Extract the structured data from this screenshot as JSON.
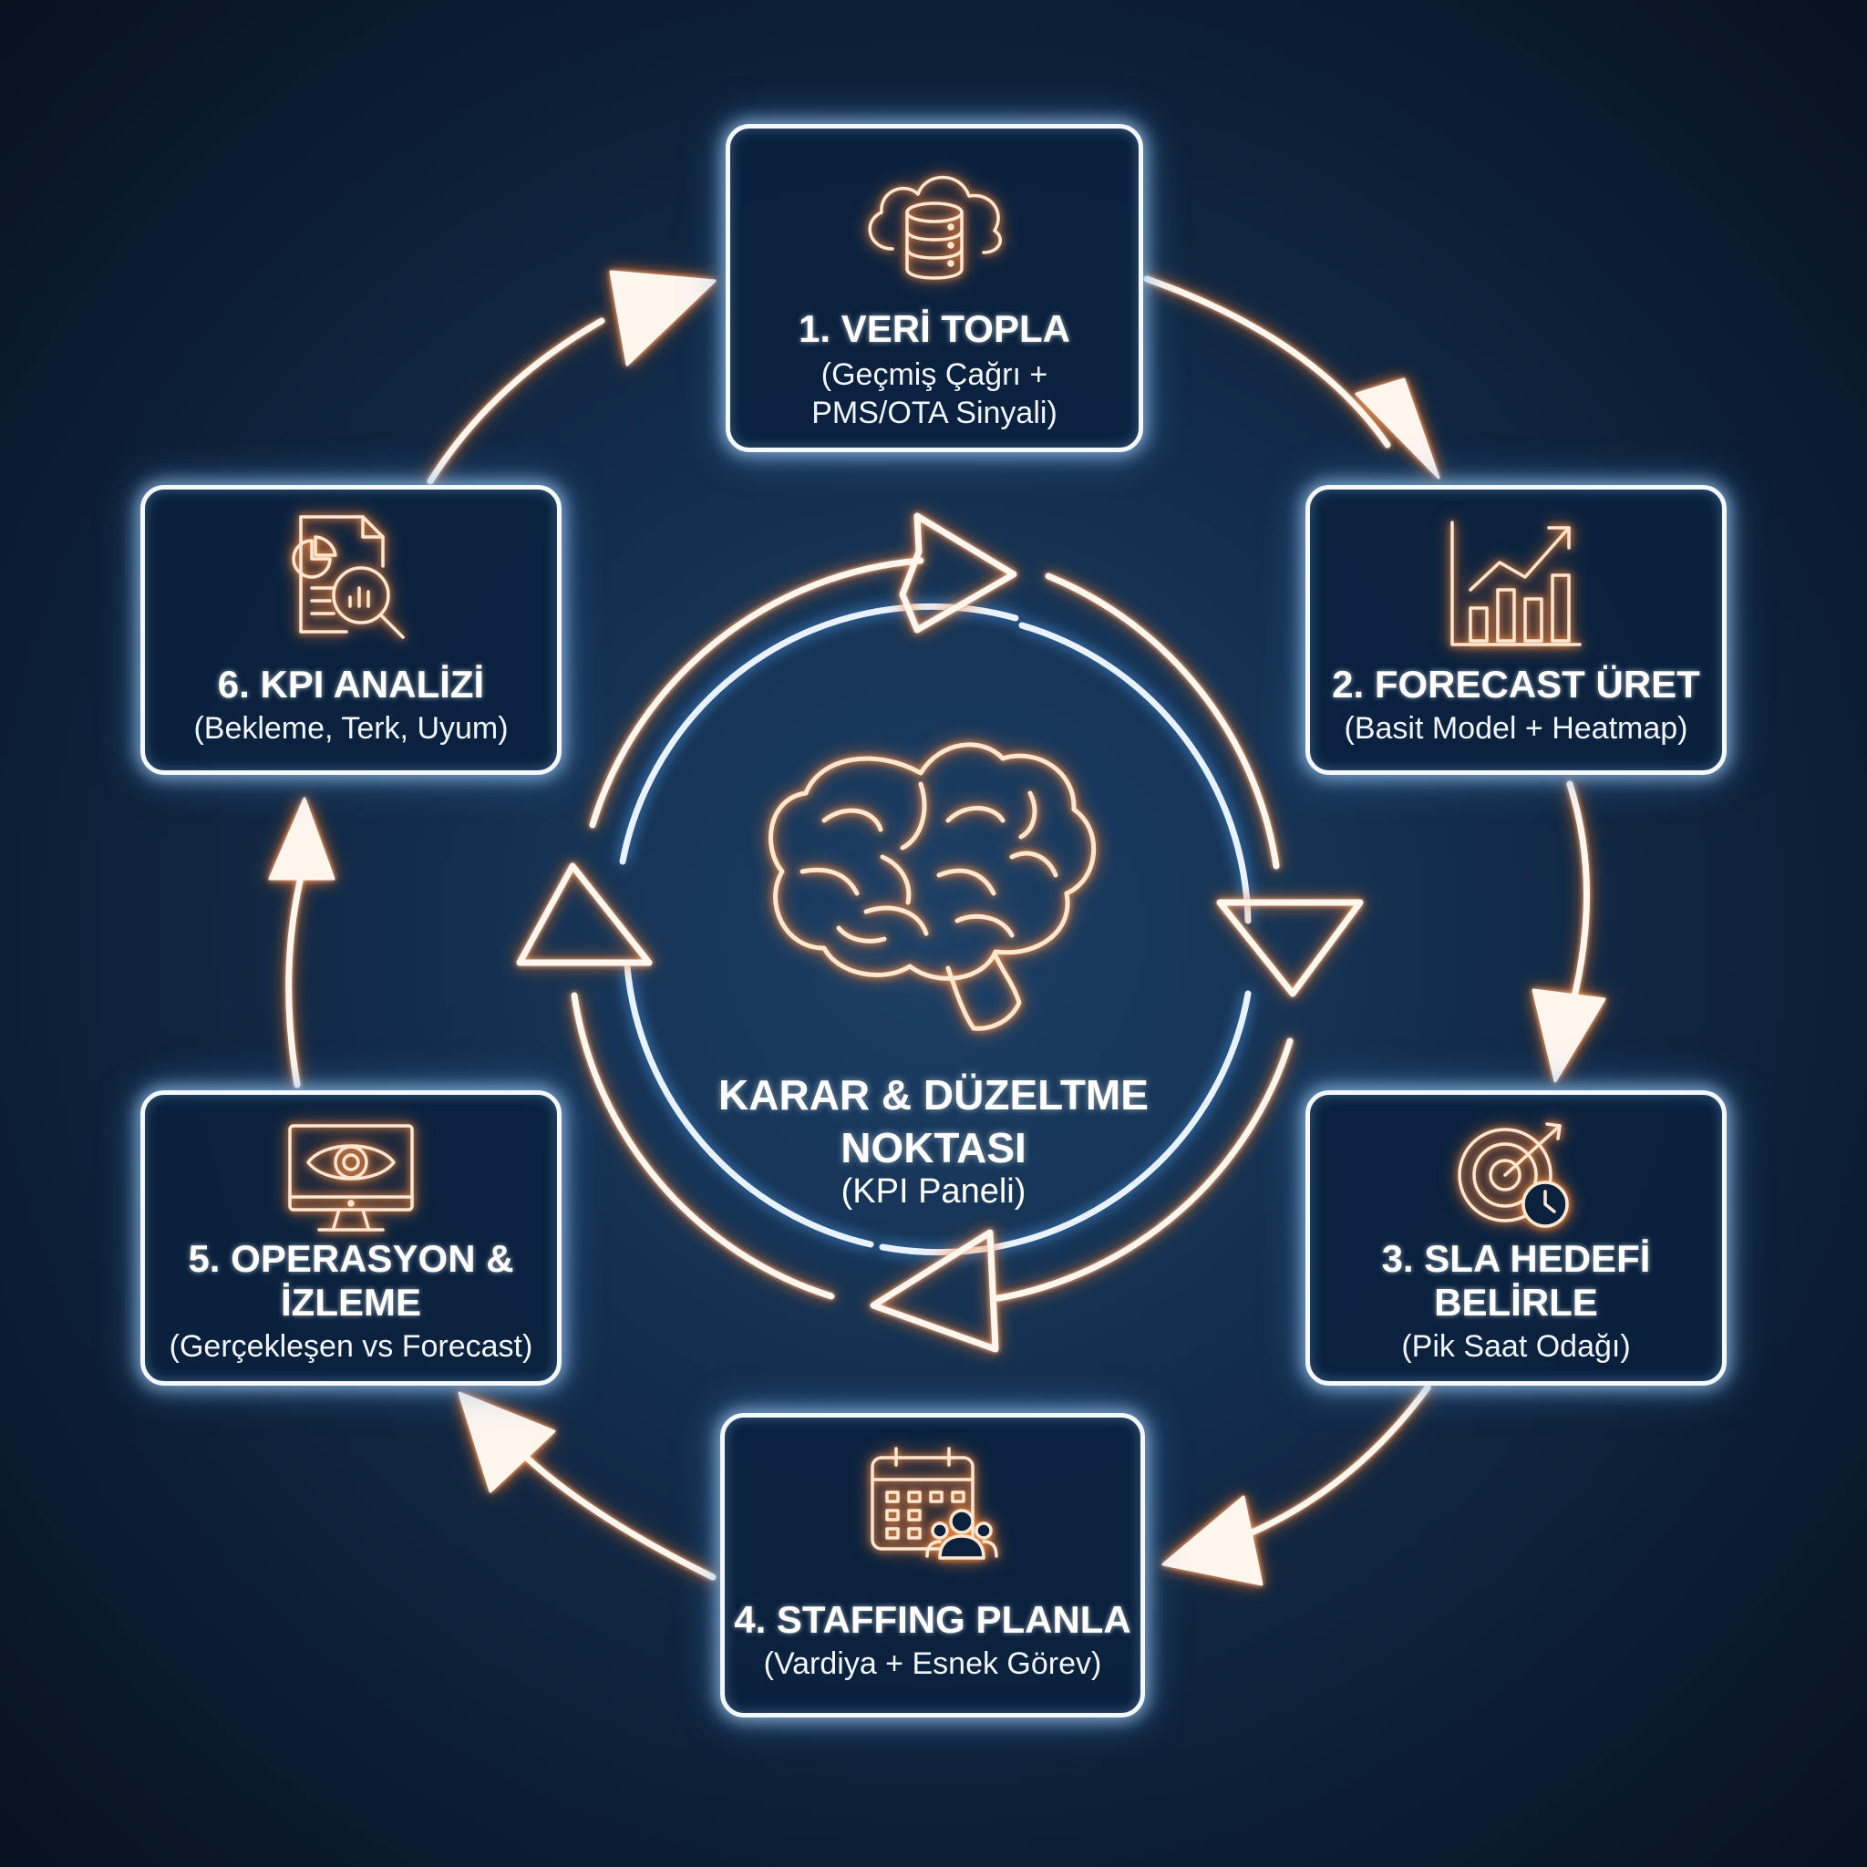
{
  "steps": [
    {
      "title": "1. VERİ TOPLA",
      "subtitle_lines": [
        "(Geçmiş Çağrı +",
        "PMS/OTA Sinyali)"
      ],
      "icon": "cloud-database-icon"
    },
    {
      "title": "2. FORECAST ÜRET",
      "subtitle": "(Basit Model + Heatmap)",
      "icon": "bar-chart-trend-icon"
    },
    {
      "title_lines": [
        "3. SLA HEDEFİ",
        "BELİRLE"
      ],
      "subtitle": "(Pik Saat Odağı)",
      "icon": "target-clock-icon"
    },
    {
      "title": "4. STAFFING PLANLA",
      "subtitle": "(Vardiya + Esnek Görev)",
      "icon": "calendar-team-icon"
    },
    {
      "title_lines": [
        "5. OPERASYON &",
        "İZLEME"
      ],
      "subtitle": "(Gerçekleşen vs Forecast)",
      "icon": "monitor-eye-icon"
    },
    {
      "title": "6. KPI ANALİZİ",
      "subtitle": "(Bekleme, Terk, Uyum)",
      "icon": "report-magnifier-icon"
    }
  ],
  "center": {
    "title_lines": [
      "KARAR & DÜZELTME",
      "NOKTASI"
    ],
    "subtitle": "(KPI Paneli)",
    "icon": "brain-icon"
  },
  "colors": {
    "background": "#102a46",
    "box_border": "#f4f9ff",
    "arrow_glow": "#ff8a3d",
    "icon_glow": "#ff9a4a"
  }
}
